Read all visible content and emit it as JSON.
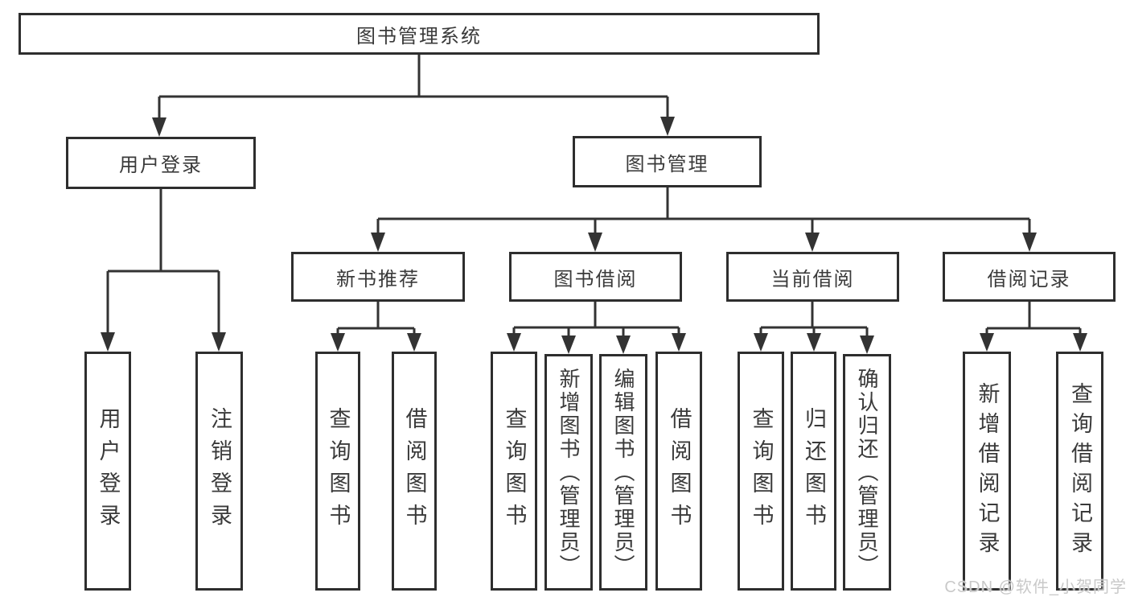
{
  "diagram": {
    "root": "图书管理系统",
    "level2": [
      "用户登录",
      "图书管理"
    ],
    "level3": [
      "新书推荐",
      "图书借阅",
      "当前借阅",
      "借阅记录"
    ],
    "leaves_user": [
      "用户登录",
      "注销登录"
    ],
    "leaves_recommend": [
      "查询图书",
      "借阅图书"
    ],
    "leaves_borrow": [
      "查询图书",
      "新增图书（管理员）",
      "编辑图书（管理员）",
      "借阅图书"
    ],
    "leaves_current": [
      "查询图书",
      "归还图书",
      "确认归还（管理员）"
    ],
    "leaves_records": [
      "新增借阅记录",
      "查询借阅记录"
    ]
  },
  "watermark": "CSDN @软件_小贺同学",
  "colors": {
    "line": "#333333",
    "box_border": "#2e2e2e",
    "text": "#3a3a3a",
    "watermark": "#c9c9c9",
    "background": "#ffffff"
  }
}
